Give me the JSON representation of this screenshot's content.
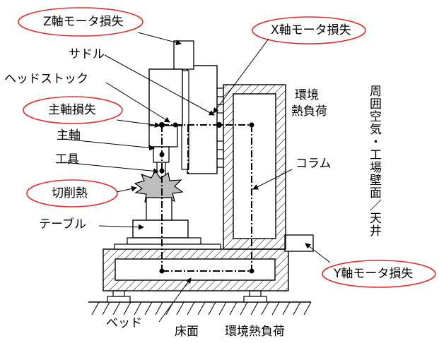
{
  "labels": {
    "z_motor_loss": "Z軸モータ損失",
    "saddle": "サドル",
    "x_motor_loss": "X軸モータ損失",
    "headstock": "ヘッドストック",
    "spindle_loss": "主軸損失",
    "spindle": "主軸",
    "tool": "工具",
    "cutting_heat": "切削熱",
    "table": "テーブル",
    "column": "コラム",
    "env_heat_load_top_1": "環境",
    "env_heat_load_top_2": "熱負荷",
    "ambient_vertical": "周囲空気・工場壁面／天井",
    "y_motor_loss": "Y軸モータ損失",
    "bed": "ベッド",
    "floor": "床面",
    "env_heat_load_floor": "環境熱負荷"
  },
  "colors": {
    "highlight_ellipse": "#e03030",
    "line": "#000000",
    "hatch": "#000000"
  }
}
